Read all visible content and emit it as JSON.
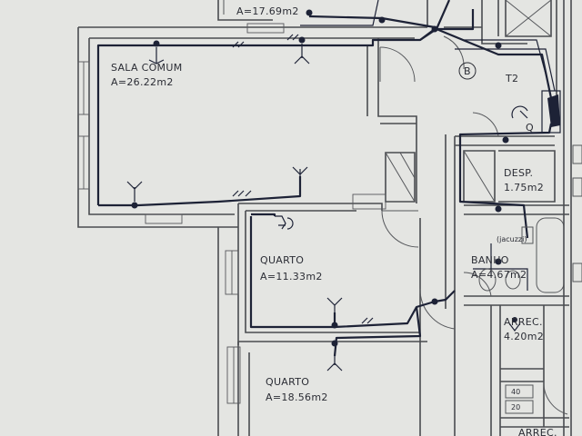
{
  "rooms": [
    {
      "name": "",
      "area": "A=17.69m2"
    },
    {
      "name": "SALA COMUM",
      "area": "A=26.22m2"
    },
    {
      "name": "QUARTO",
      "area": "A=11.33m2"
    },
    {
      "name": "QUARTO",
      "area": "A=18.56m2"
    },
    {
      "name": "DESP.",
      "area": "1.75m2"
    },
    {
      "name": "BANHO",
      "area": "A=4.67m2"
    },
    {
      "name": "ARREC.",
      "area": "4.20m2"
    },
    {
      "name": "ARREC.",
      "area": ""
    }
  ],
  "markers": {
    "b_circle": "B",
    "t2": "T2",
    "q": "Q",
    "jacuzzi": "(jacuzzi)",
    "code_40": "40",
    "code_20": "20"
  },
  "colors": {
    "paper": "#e4e5e2",
    "walls": "#4a4c50",
    "wiring": "#1d2236"
  }
}
